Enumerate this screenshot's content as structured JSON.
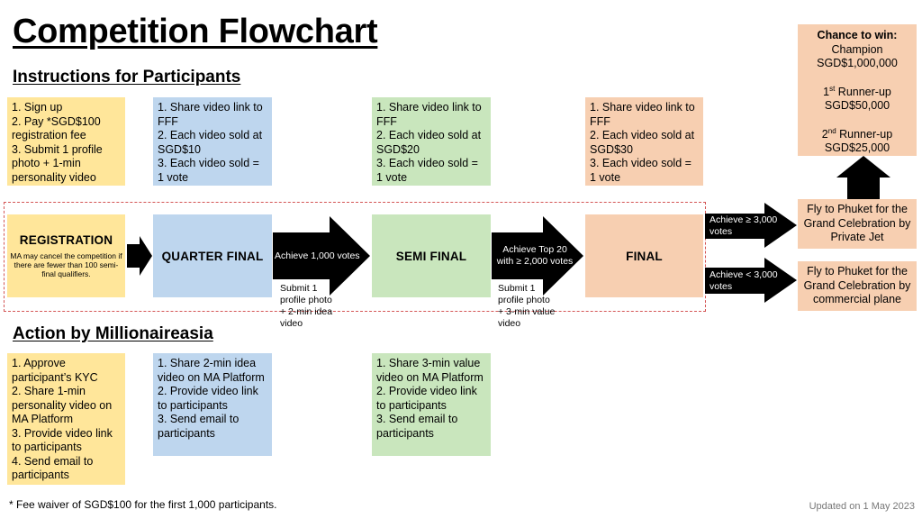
{
  "title": "Competition Flowchart",
  "instructions_heading": "Instructions for Participants",
  "action_heading": "Action by Millionaireasia",
  "participants": {
    "registration": "1. Sign up\n2. Pay *SGD$100 registration fee\n3. Submit 1 profile photo + 1-min personality video",
    "quarter": "1. Share video link to FFF\n2. Each video sold at SGD$10\n3. Each video sold = 1 vote",
    "semi": "1. Share video link to FFF\n2. Each video sold at SGD$20\n3. Each video sold = 1 vote",
    "final": "1. Share video link to FFF\n2. Each video sold at SGD$30\n3. Each video sold = 1 vote"
  },
  "stages": {
    "registration": "REGISTRATION",
    "registration_note": "MA may cancel the competition if there are fewer than 100 semi-final qualifiers.",
    "quarter": "QUARTER FINAL",
    "semi": "SEMI FINAL",
    "final": "FINAL"
  },
  "arrows": {
    "to_semi": "Achieve 1,000 votes",
    "to_final": "Achieve Top 20 with ≥ 2,000 votes",
    "high": "Achieve ≥ 3,000 votes",
    "low": "Achieve < 3,000 votes"
  },
  "submit_notes": {
    "quarter": "Submit 1 profile photo + 2-min idea video",
    "semi": "Submit 1 profile photo + 3-min value video"
  },
  "prizes": {
    "heading": "Chance to win:",
    "champion_label": "Champion",
    "champion_amount": "SGD$1,000,000",
    "first_label_num": "1",
    "first_label_sup": "st",
    "first_label_rest": " Runner-up",
    "first_amount": "SGD$50,000",
    "second_label_num": "2",
    "second_label_sup": "nd",
    "second_label_rest": " Runner-up",
    "second_amount": "SGD$25,000"
  },
  "outcomes": {
    "private_jet": "Fly to Phuket for the Grand Celebration by Private Jet",
    "commercial": "Fly to Phuket for the Grand Celebration by commercial plane"
  },
  "ma_actions": {
    "registration": "1. Approve participant’s KYC\n2. Share 1-min personality video on MA Platform\n3. Provide video link to participants\n4. Send email to participants",
    "quarter": "1. Share 2-min idea video on MA Platform\n2. Provide video link to participants\n3. Send email to participants",
    "semi": "1. Share 3-min value video on MA Platform\n2. Provide video link to participants\n3. Send email to participants"
  },
  "footnote": "* Fee waiver of SGD$100 for the first 1,000 participants.",
  "updated": "Updated on 1 May 2023",
  "colors": {
    "yellow": "#ffe69a",
    "blue": "#bed6ee",
    "green": "#c9e6bd",
    "peach": "#f7cfb1",
    "arrow": "#000000",
    "dashed_border": "#d45555"
  }
}
